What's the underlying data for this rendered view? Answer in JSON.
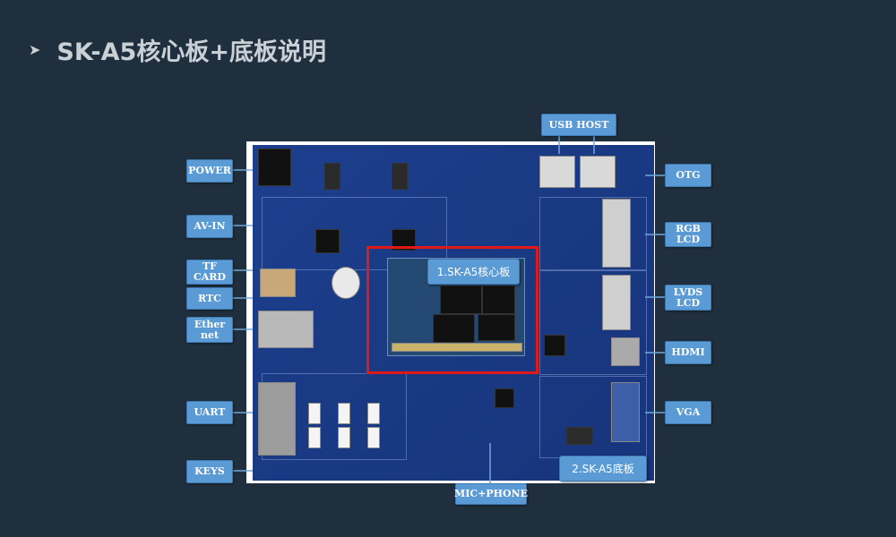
{
  "page": {
    "title": "SK-A5核心板+底板说明",
    "title_marker": "➤"
  },
  "callouts": {
    "core_board": "1.SK-A5核心板",
    "base_board": "2.SK-A5底板"
  },
  "left_labels": [
    "POWER",
    "AV-IN",
    "TF\nCARD",
    "RTC",
    "Ether\nnet",
    "UART",
    "KEYS"
  ],
  "right_labels": [
    "OTG",
    "RGB\nLCD",
    "LVDS\nLCD",
    "HDMI",
    "VGA"
  ],
  "top_label": "USB HOST",
  "bottom_label": "MIC+PHONE",
  "colors": {
    "background": "#1f2f3d",
    "tag": "#5b9bd5",
    "highlight": "#e01818"
  }
}
